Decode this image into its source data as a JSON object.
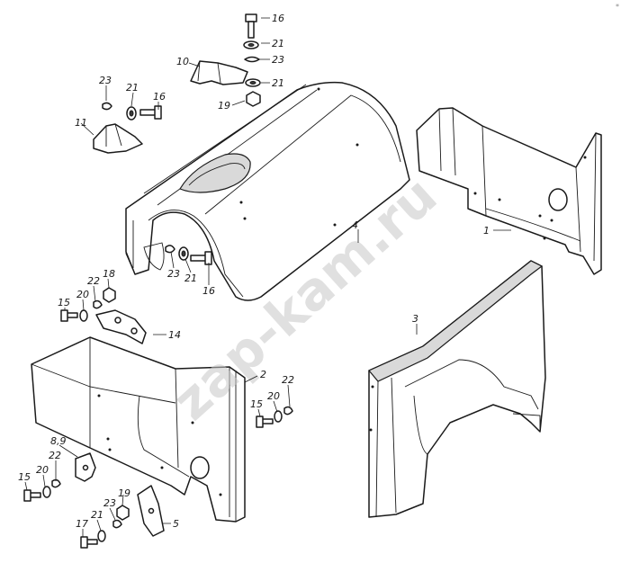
{
  "watermark": "zap-kam.ru",
  "corner_mark": "*",
  "callouts": [
    {
      "id": "c16a",
      "text": "16"
    },
    {
      "id": "c21a",
      "text": "21"
    },
    {
      "id": "c10",
      "text": "10"
    },
    {
      "id": "c23a",
      "text": "23"
    },
    {
      "id": "c21b",
      "text": "21"
    },
    {
      "id": "c19a",
      "text": "19"
    },
    {
      "id": "c23b",
      "text": "23"
    },
    {
      "id": "c21c",
      "text": "21"
    },
    {
      "id": "c16b",
      "text": "16"
    },
    {
      "id": "c11",
      "text": "11"
    },
    {
      "id": "c1",
      "text": "1"
    },
    {
      "id": "c4",
      "text": "4"
    },
    {
      "id": "c23c",
      "text": "23"
    },
    {
      "id": "c21d",
      "text": "21"
    },
    {
      "id": "c16c",
      "text": "16"
    },
    {
      "id": "c22a",
      "text": "22"
    },
    {
      "id": "c18",
      "text": "18"
    },
    {
      "id": "c20a",
      "text": "20"
    },
    {
      "id": "c15a",
      "text": "15"
    },
    {
      "id": "c14",
      "text": "14"
    },
    {
      "id": "c3",
      "text": "3"
    },
    {
      "id": "c2",
      "text": "2"
    },
    {
      "id": "c22b",
      "text": "22"
    },
    {
      "id": "c20b",
      "text": "20"
    },
    {
      "id": "c15b",
      "text": "15"
    },
    {
      "id": "c89",
      "text": "8,9"
    },
    {
      "id": "c22c",
      "text": "22"
    },
    {
      "id": "c20c",
      "text": "20"
    },
    {
      "id": "c15c",
      "text": "15"
    },
    {
      "id": "c23d",
      "text": "23"
    },
    {
      "id": "c19b",
      "text": "19"
    },
    {
      "id": "c21e",
      "text": "21"
    },
    {
      "id": "c5",
      "text": "5"
    },
    {
      "id": "c17",
      "text": "17"
    }
  ]
}
